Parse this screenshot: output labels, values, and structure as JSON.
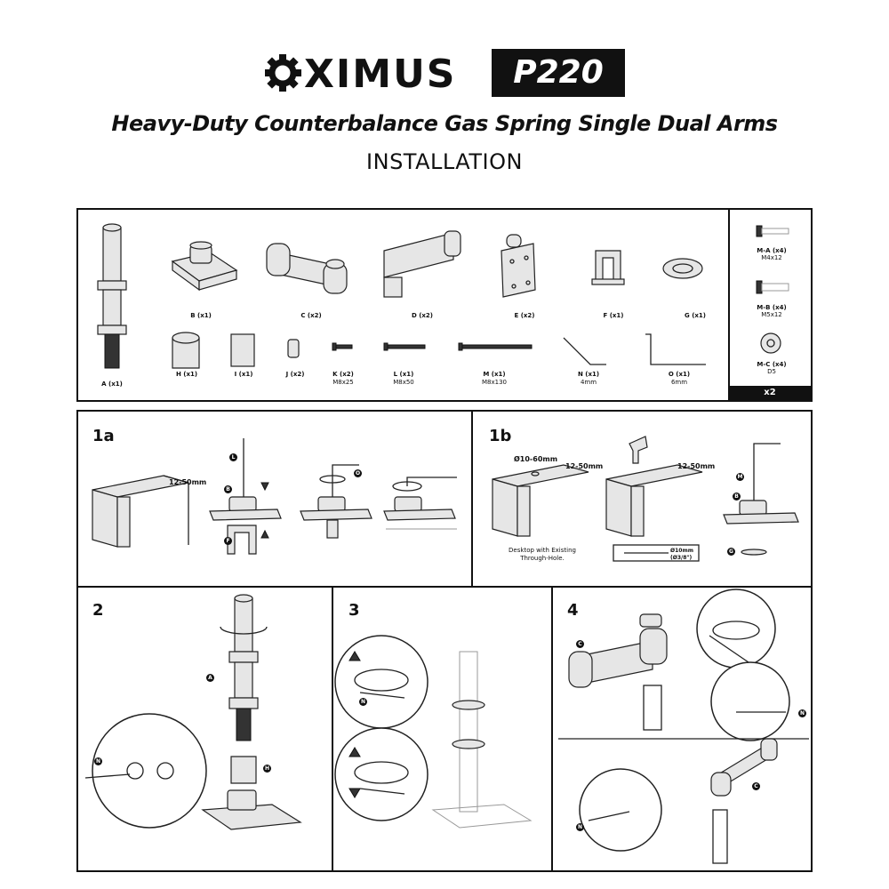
{
  "header": {
    "brand": "XIMUS",
    "model": "P220",
    "subtitle": "Heavy-Duty Counterbalance Gas Spring Single Dual Arms",
    "section_title": "INSTALLATION"
  },
  "parts": [
    {
      "label": "A (x1)",
      "spec": ""
    },
    {
      "label": "B (x1)",
      "spec": ""
    },
    {
      "label": "C (x2)",
      "spec": ""
    },
    {
      "label": "D (x2)",
      "spec": ""
    },
    {
      "label": "E (x2)",
      "spec": ""
    },
    {
      "label": "F (x1)",
      "spec": ""
    },
    {
      "label": "G (x1)",
      "spec": ""
    },
    {
      "label": "H (x1)",
      "spec": ""
    },
    {
      "label": "I (x1)",
      "spec": ""
    },
    {
      "label": "J (x2)",
      "spec": ""
    },
    {
      "label": "K (x2)",
      "spec": "M8x25"
    },
    {
      "label": "L (x1)",
      "spec": "M8x50"
    },
    {
      "label": "M (x1)",
      "spec": "M8x130"
    },
    {
      "label": "N (x1)",
      "spec": "4mm"
    },
    {
      "label": "O (x1)",
      "spec": "6mm"
    }
  ],
  "hardware": [
    {
      "label": "M-A (x4)",
      "spec": "M4x12"
    },
    {
      "label": "M-B (x4)",
      "spec": "M5x12"
    },
    {
      "label": "M-C (x4)",
      "spec": "D5"
    }
  ],
  "hardware_multiplier": "x2",
  "steps": {
    "s1a": {
      "number": "1a",
      "thickness": "12-50mm"
    },
    "s1b": {
      "number": "1b",
      "hole": "Ø10-60mm",
      "thickness_1": "12-50mm",
      "thickness_2": "12-50mm",
      "note": "Desktop with Existing Through-Hole.",
      "drill": "Ø10mm (Ø3/8\")"
    },
    "s2": {
      "number": "2"
    },
    "s3": {
      "number": "3"
    },
    "s4": {
      "number": "4"
    }
  },
  "callouts": [
    "L",
    "B",
    "F",
    "O",
    "M",
    "B",
    "G",
    "A",
    "H",
    "N",
    "N",
    "C",
    "N",
    "C",
    "N"
  ]
}
